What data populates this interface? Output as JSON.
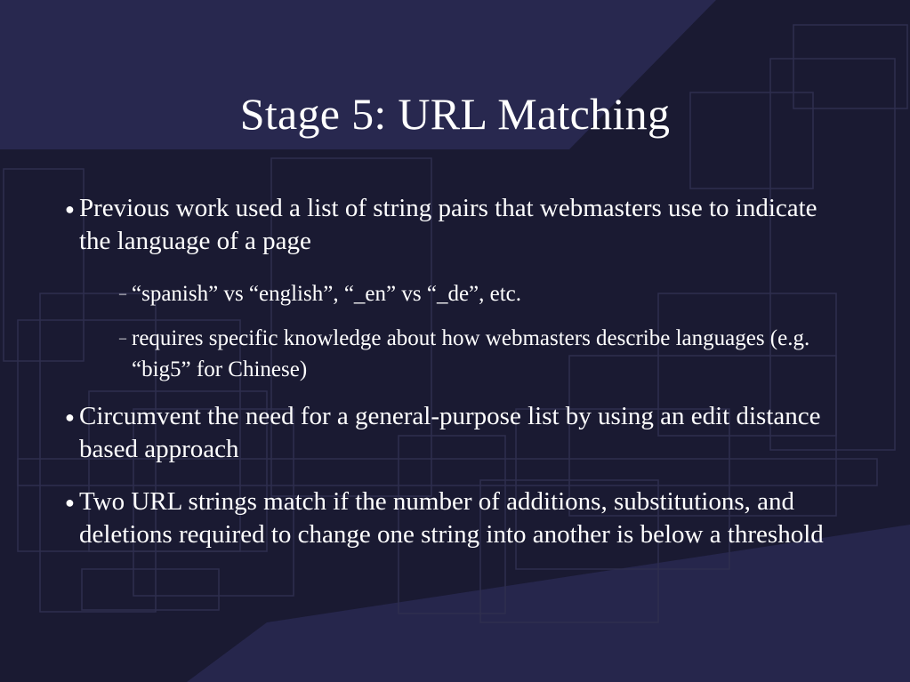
{
  "slide": {
    "title": "Stage 5: URL Matching",
    "bullets": [
      {
        "marker": "●",
        "text": "Previous work used a list of string pairs that webmasters use to indicate the language of a page"
      },
      {
        "marker": "●",
        "text": "Circumvent the need for a general-purpose list by using an edit distance based approach"
      },
      {
        "marker": "●",
        "text": "Two URL strings match if the number of additions, substitutions, and deletions required to change one string into another is below a threshold"
      }
    ],
    "sub_bullets": [
      {
        "marker": "–",
        "text": "“spanish” vs “english”,  “_en” vs “_de”, etc."
      },
      {
        "marker": "–",
        "text": "requires specific knowledge about how webmasters describe languages (e.g. “big5” for Chinese)"
      }
    ]
  },
  "colors": {
    "background_dark": "#1a1a32",
    "background_light": "#2a2a55",
    "outline": "#2c2c4a",
    "text": "#ffffff"
  }
}
